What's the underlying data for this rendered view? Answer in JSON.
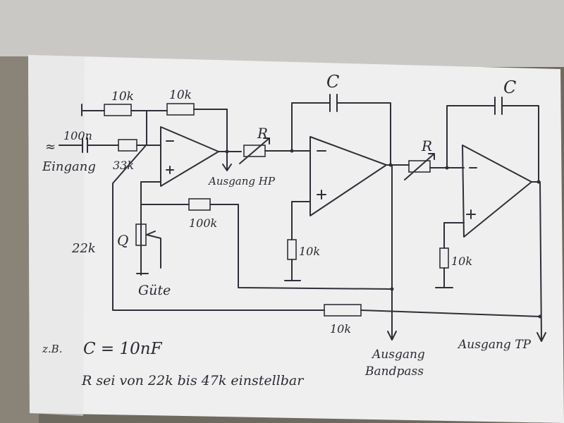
{
  "diagram": {
    "labels": {
      "r_10k_in": "10k",
      "r_10k_fb": "10k",
      "c_100n": "100n",
      "r_33k": "33k",
      "input": "Eingang",
      "cap_c1": "C",
      "res_r1": "R",
      "cap_c2": "C",
      "res_r2": "R",
      "output_hp": "Ausgang HP",
      "r_100k": "100k",
      "q_pot": "Q",
      "r_22k": "22k",
      "guete": "Güte",
      "r_10k_gnd1": "10k",
      "r_10k_gnd2": "10k",
      "r_10k_bottom": "10k",
      "output_bp_1": "Ausgang",
      "output_bp_2": "Bandpass",
      "output_tp": "Ausgang TP",
      "note_1_prefix": "z.B.",
      "note_1": "C = 10nF",
      "note_2": "R sei von 22k bis 47k einstellbar"
    }
  }
}
